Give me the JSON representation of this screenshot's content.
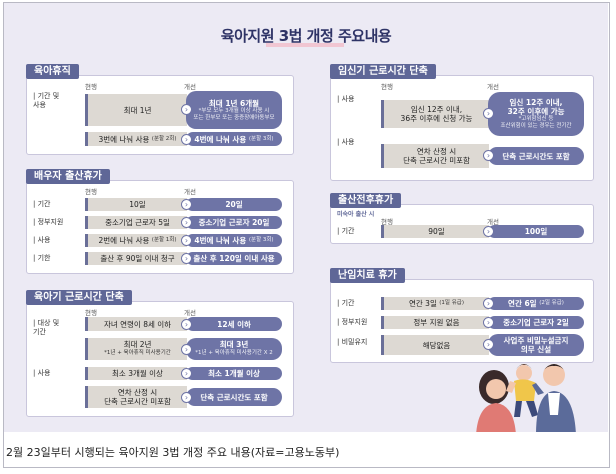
{
  "infographic": {
    "title": "육아지원 3법 개정 주요내용",
    "col_current": "현행",
    "col_new": "개선",
    "sections": {
      "childcare_leave": {
        "tab": "육아휴직",
        "row1_label": "| 기간 및\n사용",
        "row1_current": "최대 1년",
        "row1_new": "최대 1년 6개월",
        "row1_new_note": "*부모 모두 3개월 이상 사용 시\n또는 한부모 또는 중증장애아동부모",
        "row2_current": "3번에 나눠 사용",
        "row2_current_note": "(분할 2회)",
        "row2_new": "4번에 나눠 사용",
        "row2_new_note": "(분할 3회)"
      },
      "spouse_leave": {
        "tab": "배우자 출산휴가",
        "rows": [
          {
            "label": "| 기간",
            "current": "10일",
            "new": "20일"
          },
          {
            "label": "| 정부지원",
            "current": "중소기업 근로자 5일",
            "new": "중소기업 근로자 20일"
          },
          {
            "label": "| 사용",
            "current": "2번에 나눠 사용",
            "current_note": "(분할 1회)",
            "new": "4번에 나눠 사용",
            "new_note": "(분할 3회)"
          },
          {
            "label": "| 기한",
            "current": "출산 후 90일 이내 청구",
            "new": "출산 후 120일 이내 사용"
          }
        ]
      },
      "reduced_hours_childcare": {
        "tab": "육아기 근로시간 단축",
        "row1_label": "| 대상 및\n기간",
        "row1_current": "자녀 연령이 8세 이하",
        "row1_new": "12세 이하",
        "row2_current": "최대 2년",
        "row2_current_note": "*1년 + 육아휴직 미사용기간",
        "row2_new": "최대 3년",
        "row2_new_note": "*1년 + 육아휴직 미사용기간 X 2",
        "row3_label": "| 사용",
        "row3_current": "최소 3개월 이상",
        "row3_new": "최소 1개월 이상",
        "row4_current": "연차 산정 시\n단축 근로시간 미포함",
        "row4_new": "단축 근로시간도 포함"
      },
      "pregnancy_hours": {
        "tab": "임신기 근로시간 단축",
        "row1_label": "| 사용",
        "row1_current": "임신 12주 이내,\n36주 이후에 신청 가능",
        "row1_new": "임신 12주 이내,\n32주 이후에 가능",
        "row1_new_note": "*고위험임신 등\n조산위험이 있는 경우는 전기간",
        "row2_label": "| 사용",
        "row2_current": "연차 산정 시\n단축 근로시간 미포함",
        "row2_new": "단축 근로시간도 포함"
      },
      "premature_leave": {
        "tab": "출산전후휴가",
        "sub": "미숙아 출산 시",
        "row_label": "| 기간",
        "current": "90일",
        "new": "100일"
      },
      "infertility_leave": {
        "tab": "난임치료 휴가",
        "rows": [
          {
            "label": "| 기간",
            "current": "연간 3일",
            "current_note": "(1일 유급)",
            "new": "연간 6일",
            "new_note": "(2일 유급)"
          },
          {
            "label": "| 정부지원",
            "current": "정부 지원 없음",
            "new": "중소기업 근로자 2일"
          },
          {
            "label": "| 비밀유지",
            "current": "해당없음",
            "new": "사업주 비밀누설금지\n의무 신설"
          }
        ]
      }
    }
  },
  "caption": "2월 23일부터 시행되는 육아지원 3법 개정 주요 내용(자료=고용노동부)",
  "colors": {
    "tab": "#5f6797",
    "new_pill": "#6e74a6",
    "current_bar": "#ddd9d3",
    "background": "#eceaf4"
  }
}
